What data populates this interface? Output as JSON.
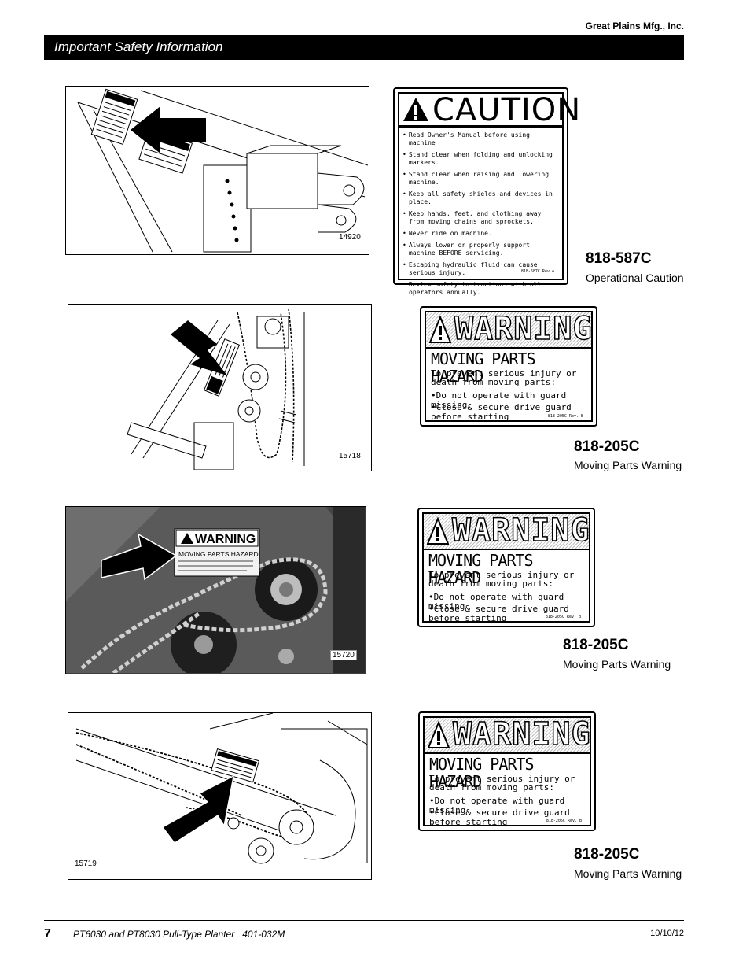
{
  "header": {
    "company": "Great Plains Mfg., Inc.",
    "section_title": "Important Safety Information"
  },
  "figures": [
    {
      "fig_number": "14920"
    },
    {
      "fig_number": "15718"
    },
    {
      "fig_number": "15720",
      "decal_text": {
        "word": "WARNING",
        "hazard": "MOVING PARTS HAZARD"
      }
    },
    {
      "fig_number": "15719"
    }
  ],
  "decals": [
    {
      "part_number": "818-587C",
      "description": "Operational Caution",
      "signal_word": "CAUTION",
      "items": [
        "Read Owner's Manual before using machine",
        "Stand clear when folding and unlocking markers.",
        "Stand clear when raising and lowering machine.",
        "Keep all safety shields and devices in place.",
        "Keep hands, feet, and clothing away from moving chains and sprockets.",
        "Never ride on machine.",
        "Always lower or properly support machine BEFORE servicing.",
        "Escaping hydraulic fluid can cause serious injury.",
        "Review safety instructions with all operators annually."
      ],
      "code": "818-587C Rev.A"
    },
    {
      "part_number": "818-205C",
      "description": "Moving Parts Warning",
      "signal_word": "WARNING",
      "hazard": "MOVING PARTS HAZARD",
      "prevent": "To prevent serious injury or death from moving parts:",
      "line1": "•Do not operate with guard missing",
      "line2": "•Close & secure drive guard before starting",
      "code": "818-205C Rev. B"
    },
    {
      "part_number": "818-205C",
      "description": "Moving Parts Warning",
      "signal_word": "WARNING",
      "hazard": "MOVING PARTS HAZARD",
      "prevent": "To prevent serious injury or death from moving parts:",
      "line1": "•Do not operate with guard missing",
      "line2": "•Close & secure drive guard before starting",
      "code": "818-205C Rev. B"
    },
    {
      "part_number": "818-205C",
      "description": "Moving Parts Warning",
      "signal_word": "WARNING",
      "hazard": "MOVING PARTS HAZARD",
      "prevent": "To prevent serious injury or death from moving parts:",
      "line1": "•Do not operate with guard missing",
      "line2": "•Close & secure drive guard before starting",
      "code": "818-205C Rev. B"
    }
  ],
  "footer": {
    "page_number": "7",
    "doc_title": "PT6030 and PT8030 Pull-Type Planter   401-032M",
    "date": "10/10/12"
  }
}
